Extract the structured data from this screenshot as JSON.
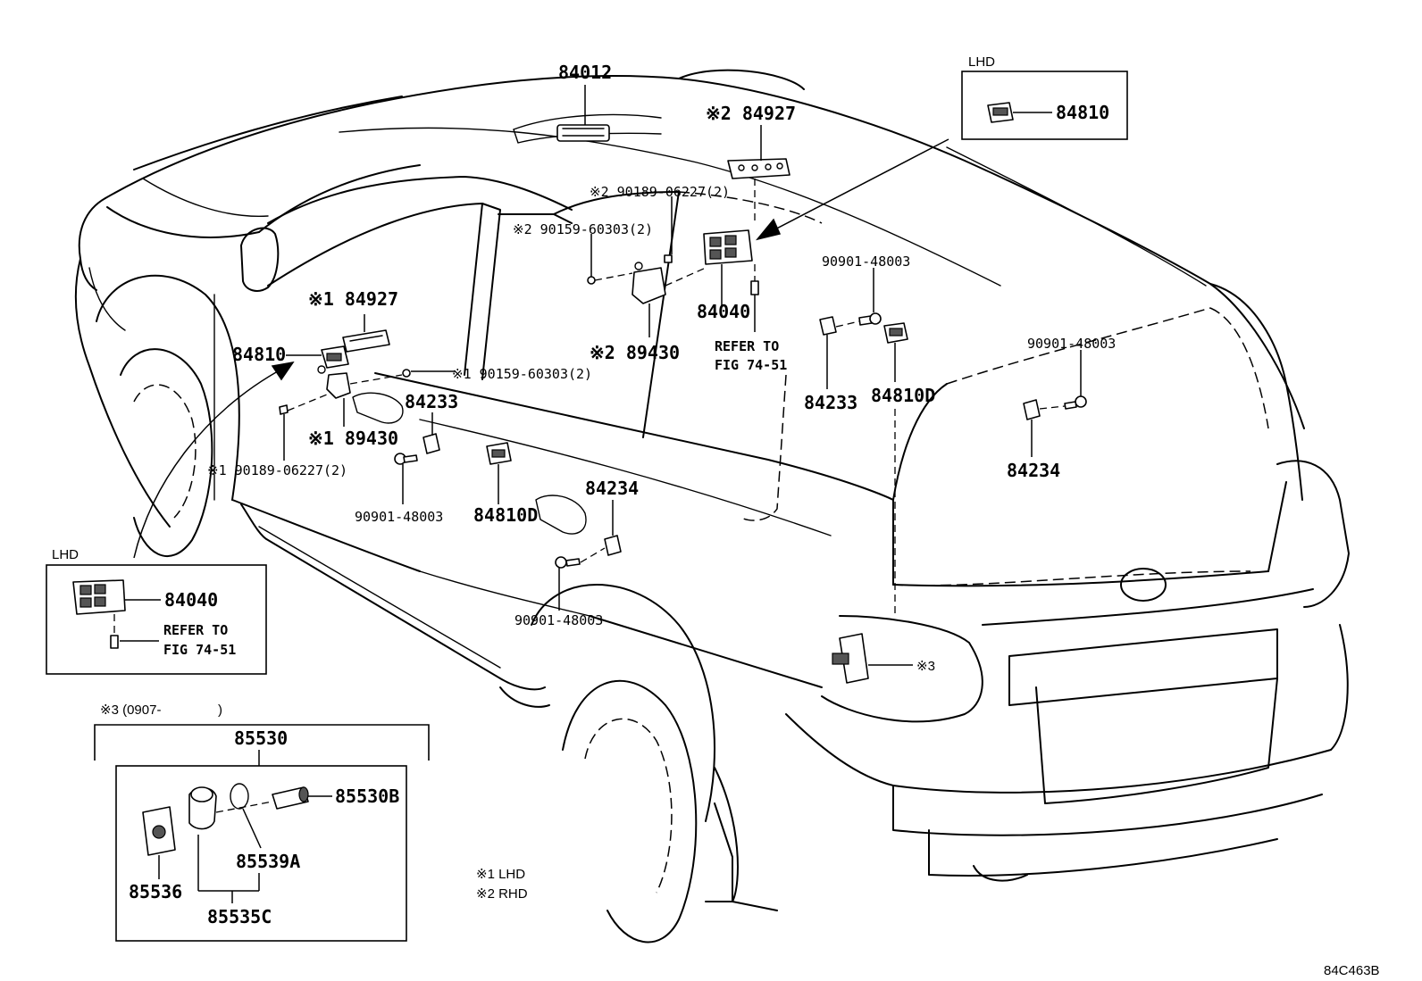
{
  "labels": {
    "p84012": "84012",
    "p84927_rhd": "※2 84927",
    "p90189_rhd": "※2 90189-06227(2)",
    "p90159_rhd": "※2 90159-60303(2)",
    "p84040_main": "84040",
    "refer_main": "REFER TO",
    "fig_main": "FIG 74-51",
    "p89430_rhd": "※2 89430",
    "p90901_a": "90901-48003",
    "p84233_right": "84233",
    "p84810d_right": "84810D",
    "p90901_b": "90901-48003",
    "p84234_right": "84234",
    "p84927_lhd": "※1 84927",
    "p84810_left": "84810",
    "p90159_lhd": "※1 90159-60303(2)",
    "p84233_mid": "84233",
    "p89430_lhd": "※1 89430",
    "p90189_lhd": "※1 90189-06227(2)",
    "p90901_c": "90901-48003",
    "p84810d_mid": "84810D",
    "p84234_mid": "84234",
    "p90901_d": "90901-48003",
    "p_note3": "※3",
    "lhd_top_title": "LHD",
    "lhd_top_part": "84810",
    "lhd_left_title": "LHD",
    "lhd_left_part": "84040",
    "lhd_left_refer": "REFER TO",
    "lhd_left_fig": "FIG 74-51",
    "kit_title": "※3 (0907-",
    "kit_title_close": ")",
    "p85530": "85530",
    "p85530b": "85530B",
    "p85539a": "85539A",
    "p85536": "85536",
    "p85535c": "85535C",
    "legend1": "※1  LHD",
    "legend2": "※2  RHD",
    "diagram_id": "84C463B"
  }
}
